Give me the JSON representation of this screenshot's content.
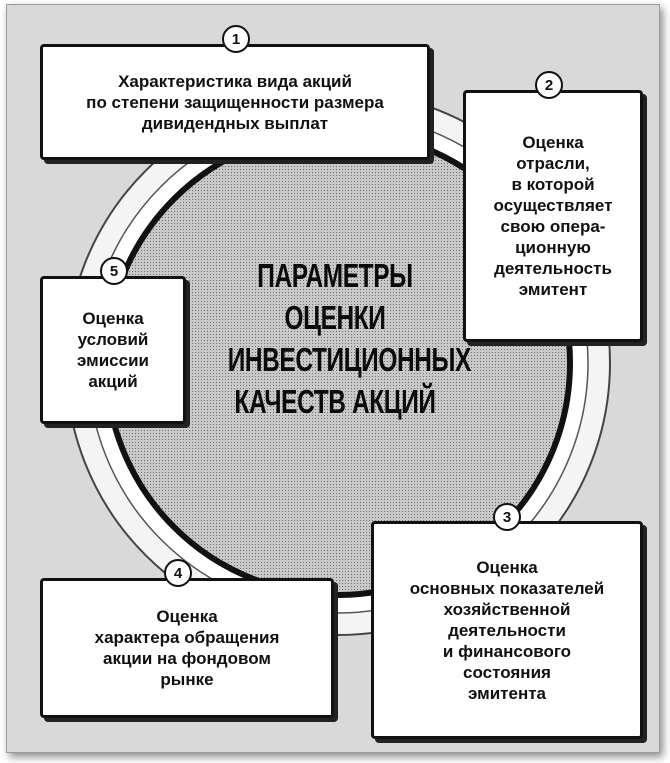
{
  "center": {
    "title": "ПАРАМЕТРЫ\nОЦЕНКИ\nИНВЕСТИЦИОННЫХ\nКАЧЕСТВ АКЦИЙ"
  },
  "parameters": [
    {
      "number": "1",
      "text": "Характеристика вида акций\nпо степени защищенности размера\nдивидендных выплат"
    },
    {
      "number": "2",
      "text": "Оценка\nотрасли,\nв которой\nосуществляет\nсвою опера-\nционную\nдеятельность\nэмитент"
    },
    {
      "number": "3",
      "text": "Оценка\nосновных показателей\nхозяйственной\nдеятельности\nи финансового\nсостояния\nэмитента"
    },
    {
      "number": "4",
      "text": "Оценка\nхарактера обращения\nакции на фондовом\nрынке"
    },
    {
      "number": "5",
      "text": "Оценка\nусловий\nэмиссии\nакций"
    }
  ]
}
